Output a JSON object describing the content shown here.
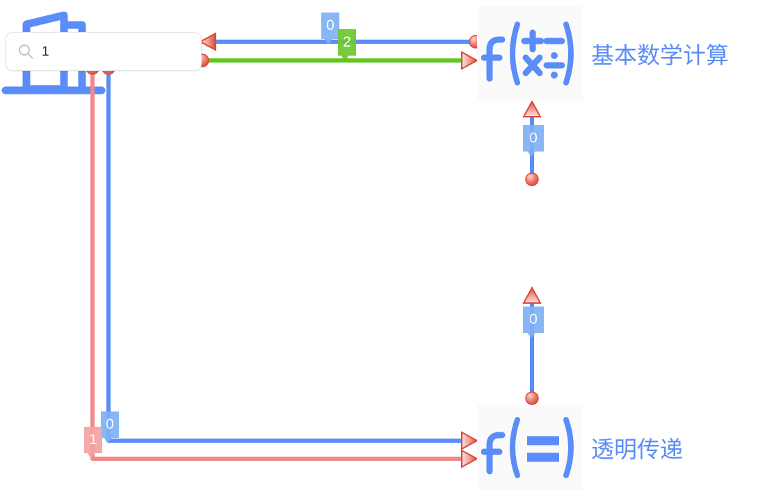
{
  "app": {
    "type": "node-graph-editor",
    "background_color": "#ffffff"
  },
  "search": {
    "value": "1",
    "placeholder": "",
    "icon": "search-icon"
  },
  "nodes": [
    {
      "id": "math",
      "icon": "function-arithmetic-icon",
      "icon_glyph": "f(+ − × ÷)",
      "label": "基本数学计算",
      "color": "#5b8df8",
      "panel_color": "#fafafa"
    },
    {
      "id": "door",
      "icon": "door-exit-icon",
      "label": "",
      "color": "#5b8df8"
    },
    {
      "id": "pass",
      "icon": "function-equals-icon",
      "icon_glyph": "f(=)",
      "label": "透明传递",
      "color": "#5b8df8",
      "panel_color": "#fafafa"
    }
  ],
  "edges": [
    {
      "id": "edge-blue-top",
      "color": "#5b8df8",
      "from": "math-node-left-port",
      "to": "search-box-right",
      "arrow_end": "left",
      "badge": "0"
    },
    {
      "id": "edge-green-top",
      "color": "#5fc51f",
      "from": "search-box-right-port",
      "to": "math-node-left",
      "arrow_end": "right",
      "badge": "2"
    },
    {
      "id": "edge-vertical-upper",
      "color": "#5b8df8",
      "from": "door-top-port",
      "to": "math-node-bottom",
      "arrow_end": "up",
      "badge": "0"
    },
    {
      "id": "edge-vertical-lower",
      "color": "#5b8df8",
      "from": "pass-node-top-port",
      "to": "door-bottom",
      "arrow_end": "up",
      "badge": "0"
    },
    {
      "id": "edge-blue-bottom",
      "color": "#5b8df8",
      "from": "search-box-bottom-port-2",
      "to": "pass-node-left",
      "arrow_end": "right",
      "badge": "0"
    },
    {
      "id": "edge-red-bottom",
      "color": "#f08a8a",
      "from": "search-box-bottom-port-1",
      "to": "pass-node-left",
      "arrow_end": "right",
      "badge": "1"
    }
  ],
  "badges": [
    {
      "id": "badge-top-blue",
      "text": "0",
      "color": "#7fb0f4"
    },
    {
      "id": "badge-top-green",
      "text": "2",
      "color": "#6dc62f"
    },
    {
      "id": "badge-mid-upper",
      "text": "0",
      "color": "#7fb0f4"
    },
    {
      "id": "badge-mid-lower",
      "text": "0",
      "color": "#7fb0f4"
    },
    {
      "id": "badge-bottom-blue",
      "text": "0",
      "color": "#7fb0f4"
    },
    {
      "id": "badge-bottom-red",
      "text": "1",
      "color": "#f2a3a3"
    }
  ],
  "colors": {
    "node_blue": "#5b8df8",
    "wire_blue": "#5b8df8",
    "wire_green": "#5fc51f",
    "wire_red": "#f08a8a",
    "port_red": "#e8574a",
    "panel": "#fafafa"
  }
}
